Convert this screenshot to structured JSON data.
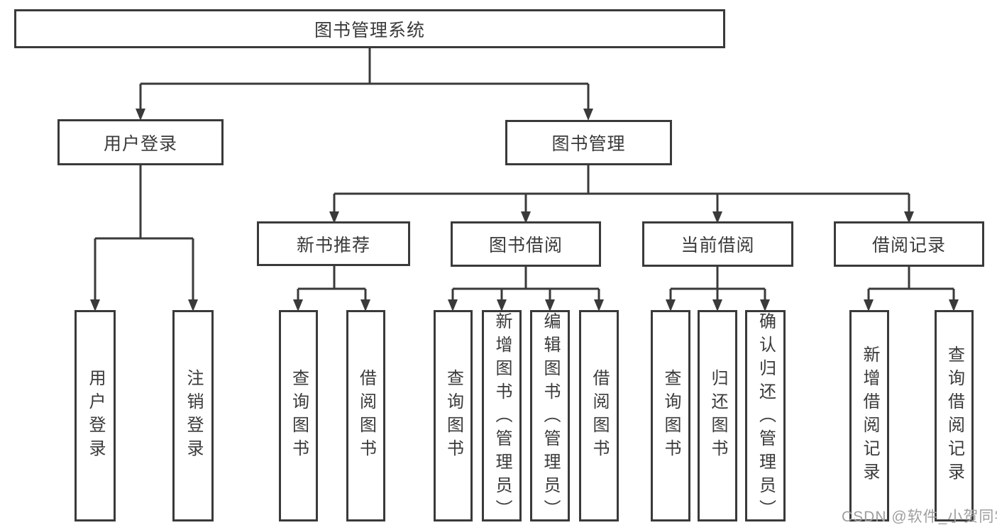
{
  "colors": {
    "line": "#3a3a3a",
    "box_border": "#3a3a3a",
    "text": "#3a3a3a",
    "background": "#ffffff",
    "watermark": "#9e9e9e"
  },
  "nodes": {
    "root": {
      "label": "图书管理系统"
    },
    "level2": [
      {
        "label": "用户登录"
      },
      {
        "label": "图书管理"
      }
    ],
    "level3": [
      {
        "label": "新书推荐"
      },
      {
        "label": "图书借阅"
      },
      {
        "label": "当前借阅"
      },
      {
        "label": "借阅记录"
      }
    ],
    "leaves": {
      "user_login": [
        {
          "label": "用户登录"
        },
        {
          "label": "注销登录"
        }
      ],
      "new_book": [
        {
          "label": "查询图书"
        },
        {
          "label": "借阅图书"
        }
      ],
      "book_borrow": [
        {
          "label": "查询图书"
        },
        {
          "label": "新增图书（管理员）"
        },
        {
          "label": "编辑图书（管理员）"
        },
        {
          "label": "借阅图书"
        }
      ],
      "current_borrow": [
        {
          "label": "查询图书"
        },
        {
          "label": "归还图书"
        },
        {
          "label": "确认归还（管理员）"
        }
      ],
      "borrow_record": [
        {
          "label": "新增借阅记录"
        },
        {
          "label": "查询借阅记录"
        }
      ]
    }
  },
  "watermark": {
    "text": "CSDN @软件_小贺同学"
  }
}
